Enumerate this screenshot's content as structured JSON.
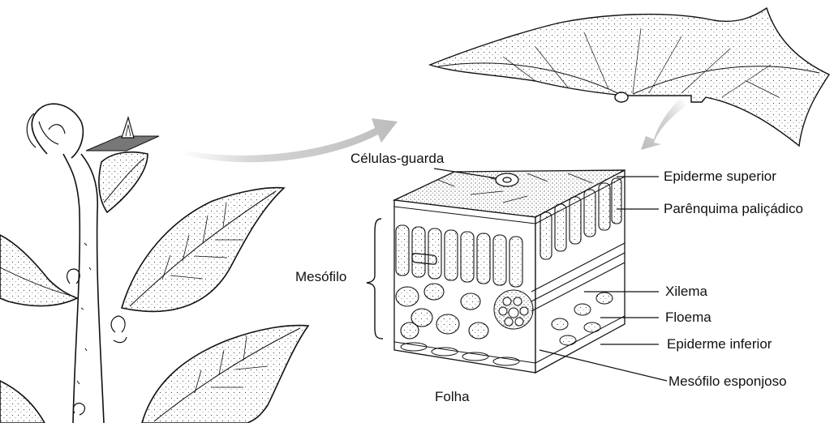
{
  "labels": {
    "guard_cells": "Células-guarda",
    "upper_epidermis": "Epiderme superior",
    "palisade": "Parênquima paliçádico",
    "mesophyll": "Mesófilo",
    "xylem": "Xilema",
    "phloem": "Floema",
    "lower_epidermis": "Epiderme inferior",
    "spongy": "Mesófilo esponjoso",
    "leaf": "Folha"
  },
  "colors": {
    "ink": "#111111",
    "arrow": "#c8c8c8",
    "paper": "#ffffff"
  }
}
